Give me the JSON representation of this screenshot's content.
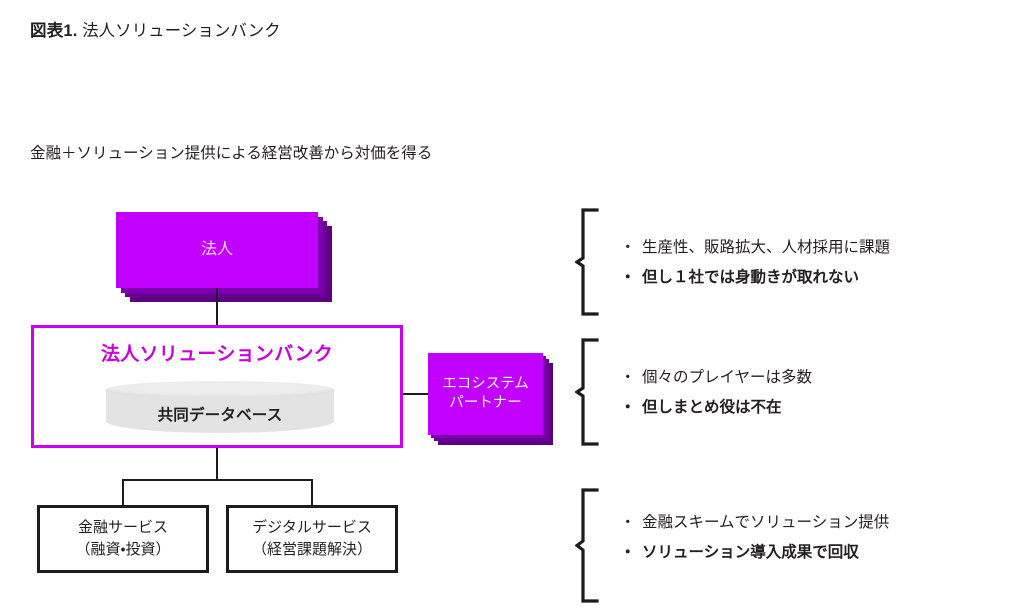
{
  "figure": {
    "number_label": "図表1.",
    "title": "法人ソリューションバンク",
    "subtitle": "金融＋ソリューション提供による経営改善から対価を得る"
  },
  "colors": {
    "purple_fill": "#C100FF",
    "purple_shadow": "#5C0082",
    "frame_border": "#CC00F0",
    "frame_title_text": "#CC00D9",
    "box_text_light": "#F4DDFF",
    "eco_text": "#FFFFFF",
    "cylinder_fill": "#E3E3E3",
    "line_black": "#1C1C1C",
    "text": "#231F20"
  },
  "nodes": {
    "corporate": {
      "label": "法人",
      "shape": "stacked-rectangle",
      "style": "purple-filled"
    },
    "solution_bank": {
      "label": "法人ソリューションバンク",
      "shape": "rectangle",
      "style": "purple-outlined",
      "database": {
        "label": "共同データベース",
        "shape": "cylinder",
        "icon": "database-cylinder-icon"
      }
    },
    "ecosystem_partner": {
      "label": "エコシステム\nパートナー",
      "line1": "エコシステム",
      "line2": "パートナー",
      "shape": "stacked-rectangle",
      "style": "purple-filled"
    },
    "financial_service": {
      "line1": "金融サービス",
      "line2": "（融資・投資）",
      "shape": "rectangle",
      "style": "black-outlined"
    },
    "digital_service": {
      "line1": "デジタルサービス",
      "line2": "（経営課題解決）",
      "shape": "rectangle",
      "style": "black-outlined"
    }
  },
  "bullet_groups": [
    {
      "id": "corporate-issues",
      "brace": "right-curly-brace-icon",
      "items": [
        {
          "marker": "・",
          "text": "生産性、販路拡大、人材採用に課題",
          "emphasis": false
        },
        {
          "marker": "・",
          "text": "但し１社では身動きが取れない",
          "emphasis": true
        }
      ]
    },
    {
      "id": "ecosystem-issues",
      "brace": "right-curly-brace-icon",
      "items": [
        {
          "marker": "・",
          "text": "個々のプレイヤーは多数",
          "emphasis": false
        },
        {
          "marker": "・",
          "text": "但しまとめ役は不在",
          "emphasis": true
        }
      ]
    },
    {
      "id": "service-monetization",
      "brace": "right-curly-brace-icon",
      "items": [
        {
          "marker": "・",
          "text": "金融スキームでソリューション提供",
          "emphasis": false
        },
        {
          "marker": "・",
          "text": "ソリューション導入成果で回収",
          "emphasis": true
        }
      ]
    }
  ]
}
